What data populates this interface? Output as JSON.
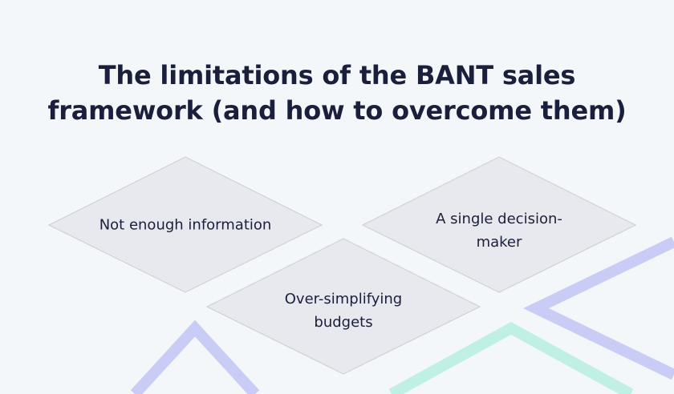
{
  "title": {
    "line1": "The limitations of the BANT sales",
    "line2": "framework (and how to overcome them)"
  },
  "limitations": [
    {
      "lines": [
        "Not enough information"
      ]
    },
    {
      "lines": [
        "A single decision-",
        "maker"
      ]
    },
    {
      "lines": [
        "Over-simplifying",
        "budgets"
      ]
    }
  ],
  "colors": {
    "background": "#f3f7fa",
    "text": "#1a1f3c",
    "diamond_fill": "#e8e8ef",
    "diamond_stroke": "#d0d0d8",
    "accent_purple": "#c9cdf6",
    "accent_mint": "#bff0e3"
  }
}
